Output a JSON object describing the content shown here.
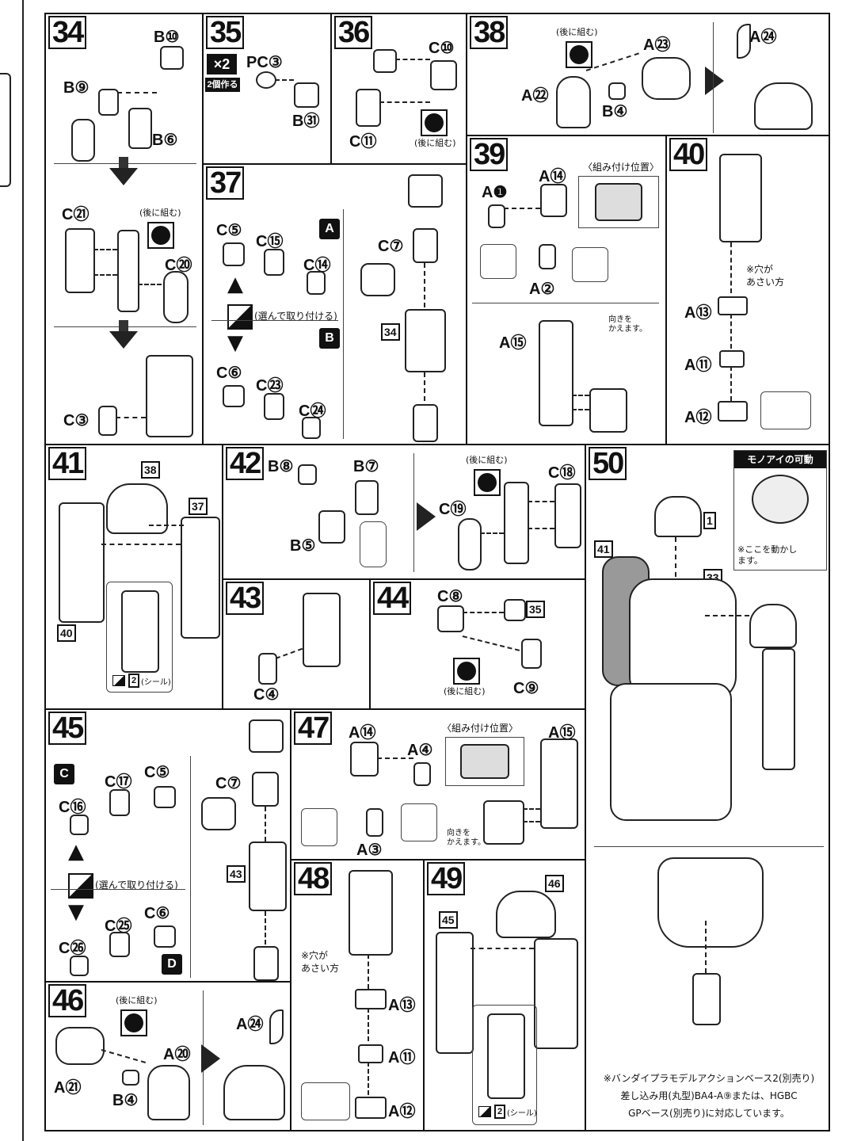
{
  "steps": {
    "s34": {
      "num": "34",
      "labels": [
        "B⑩",
        "B⑨",
        "B⑥",
        "C㉑",
        "C⑳",
        "C③"
      ],
      "note": "(後に組む)"
    },
    "s35": {
      "num": "35",
      "badge_mult": "×2",
      "badge_text": "2個作る",
      "labels": [
        "PC③",
        "B㉛"
      ]
    },
    "s36": {
      "num": "36",
      "labels": [
        "C⑩",
        "C⑪"
      ],
      "note": "(後に組む)"
    },
    "s37": {
      "num": "37",
      "labels": [
        "C⑤",
        "C⑮",
        "C⑭",
        "C⑥",
        "C㉓",
        "C㉔",
        "C⑦"
      ],
      "optA": "A",
      "optB": "B",
      "choose": "(選んで取り付ける)",
      "ref": "34"
    },
    "s38": {
      "num": "38",
      "labels": [
        "A㉓",
        "A㉒",
        "B④",
        "A㉔"
      ],
      "note": "(後に組む)"
    },
    "s39": {
      "num": "39",
      "labels": [
        "A❶",
        "A⑭",
        "A②",
        "A⑮"
      ],
      "pos": "〈組み付け位置〉",
      "turn": "向きを\nかえます。"
    },
    "s40": {
      "num": "40",
      "labels": [
        "A⑬",
        "A⑪",
        "A⑫"
      ],
      "hole": "※穴が\nあさい方"
    },
    "s41": {
      "num": "41",
      "refs": [
        "38",
        "37",
        "40"
      ],
      "sticker_num": "2",
      "sticker": "(シール)"
    },
    "s42": {
      "num": "42",
      "labels": [
        "B⑧",
        "B⑦",
        "B⑤",
        "C⑱",
        "C⑲"
      ],
      "note": "(後に組む)"
    },
    "s43": {
      "num": "43",
      "labels": [
        "C④"
      ]
    },
    "s44": {
      "num": "44",
      "labels": [
        "C⑧",
        "C⑨"
      ],
      "ref": "35",
      "note": "(後に組む)"
    },
    "s45": {
      "num": "45",
      "labels": [
        "C⑯",
        "C⑰",
        "C⑤",
        "C㉕",
        "C⑥",
        "C㉖",
        "C⑦"
      ],
      "optC": "C",
      "optD": "D",
      "choose": "(選んで取り付ける)",
      "ref": "43"
    },
    "s46": {
      "num": "46",
      "labels": [
        "A㉑",
        "A⑳",
        "B④",
        "A㉔"
      ],
      "note": "(後に組む)"
    },
    "s47": {
      "num": "47",
      "labels": [
        "A⑭",
        "A④",
        "A③",
        "A⑮"
      ],
      "pos": "〈組み付け位置〉",
      "turn": "向きを\nかえます。"
    },
    "s48": {
      "num": "48",
      "labels": [
        "A⑬",
        "A⑪",
        "A⑫"
      ],
      "hole": "※穴が\nあさい方"
    },
    "s49": {
      "num": "49",
      "refs": [
        "46",
        "45"
      ],
      "sticker_num": "2",
      "sticker": "(シール)"
    },
    "s50": {
      "num": "50",
      "refs": [
        "1",
        "41",
        "33"
      ],
      "mono": "モノアイの可動",
      "move": "※ここを動かし\nます。",
      "footnote": [
        "※バンダイプラモデルアクションベース2(別売り)",
        "差し込み用(丸型)BA4-A⑨または、HGBC",
        "GPベース(別売り)に対応しています。"
      ]
    }
  }
}
